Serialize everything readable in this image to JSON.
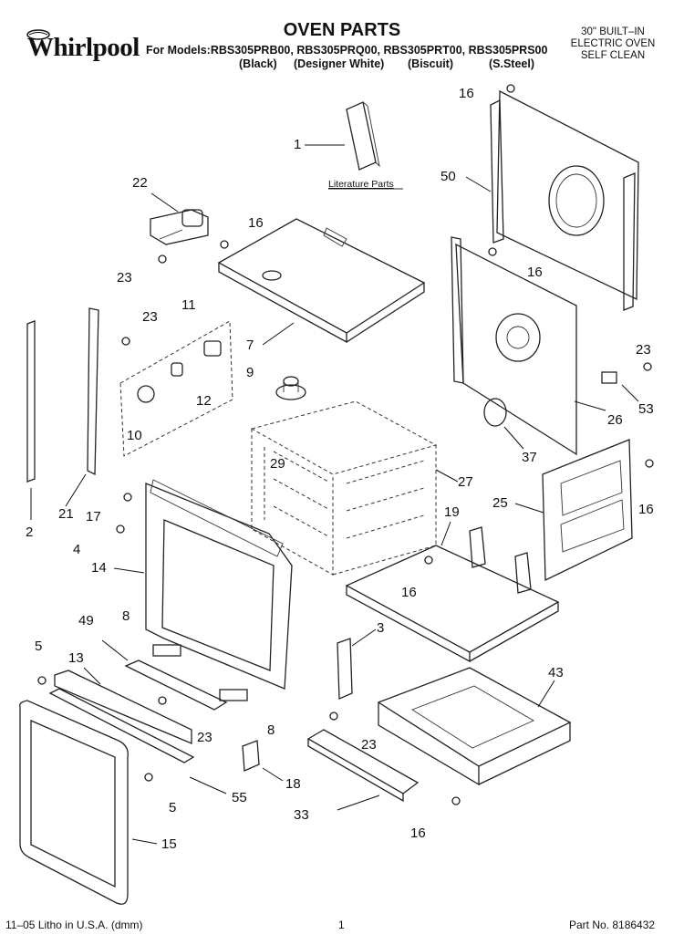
{
  "brand": "Whirlpool",
  "title": "OVEN PARTS",
  "models_line": "For Models:RBS305PRB00, RBS305PRQ00, RBS305PRT00, RBS305PRS00",
  "colors": [
    "(Black)",
    "(Designer White)",
    "(Biscuit)",
    "(S.Steel)"
  ],
  "product_lines": [
    "30\" BUILT–IN",
    "ELECTRIC OVEN",
    "SELF CLEAN"
  ],
  "literature_label": "Literature Parts",
  "callouts": [
    "1",
    "2",
    "3",
    "4",
    "5",
    "5",
    "7",
    "8",
    "8",
    "9",
    "10",
    "11",
    "12",
    "13",
    "14",
    "15",
    "16",
    "16",
    "16",
    "16",
    "16",
    "16",
    "17",
    "18",
    "19",
    "21",
    "22",
    "23",
    "23",
    "23",
    "23",
    "23",
    "25",
    "26",
    "27",
    "29",
    "33",
    "37",
    "43",
    "49",
    "50",
    "53",
    "55"
  ],
  "footer": {
    "left": "11–05 Litho in U.S.A. (dmm)",
    "page": "1",
    "part_no": "Part No. 8186432"
  }
}
